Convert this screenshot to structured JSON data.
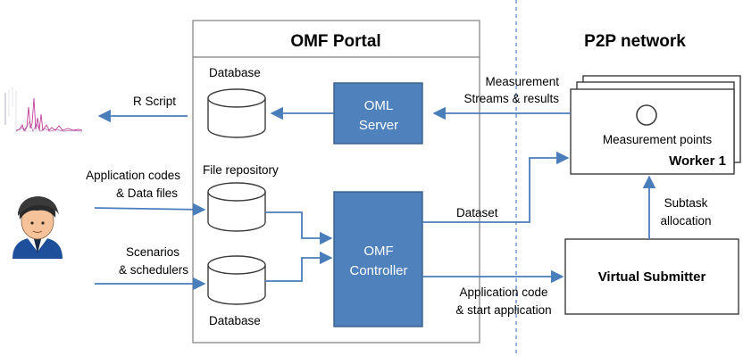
{
  "portal": {
    "title": "OMF Portal"
  },
  "network": {
    "title": "P2P network"
  },
  "databases": {
    "top": "Database",
    "file_repo": "File repository",
    "bottom": "Database"
  },
  "components": {
    "oml_server": [
      "OML",
      "Server"
    ],
    "omf_controller": [
      "OMF",
      "Controller"
    ],
    "worker": "Worker 1",
    "measurement_points": "Measurement points",
    "virtual_submitter": "Virtual Submitter"
  },
  "edges": {
    "r_script": "R Script",
    "measurement": [
      "Measurement",
      "Streams & results"
    ],
    "app_codes": [
      "Application codes",
      "& Data files"
    ],
    "scenarios": [
      "Scenarios",
      "& schedulers"
    ],
    "dataset": "Dataset",
    "app_code_start": [
      "Application code",
      "& start application"
    ],
    "subtask": [
      "Subtask",
      "allocation"
    ]
  },
  "colors": {
    "box_fill": "#4f81bd",
    "box_stroke": "#385d8a",
    "arrow": "#4a7ebb",
    "outline": "#7f7f7f",
    "divider": "#4a7ebb",
    "chart_accent": "#c0409a"
  },
  "icons": {
    "chart": "chart-thumbnail-icon",
    "user": "user-avatar-icon"
  }
}
